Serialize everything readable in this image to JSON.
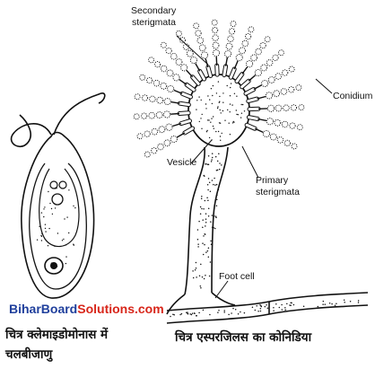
{
  "labels": {
    "secondary_sterigmata": [
      "Secondary",
      "sterigmata"
    ],
    "conidium": "Conidium",
    "vesicle": "Vesicle",
    "primary_sterigmata": [
      "Primary",
      "sterigmata"
    ],
    "foot_cell": "Foot cell"
  },
  "watermark": {
    "part1": "BiharBoard",
    "part2": "Solutions.com"
  },
  "captions": {
    "left": "चित्र क्लेमाइडोमोनास में चलबीजाणु",
    "right": "चित्र एस्परजिलस का कोनिडिया"
  },
  "colors": {
    "ink": "#111111",
    "watermark_blue": "#1f3f9c",
    "watermark_red": "#d8261a"
  }
}
